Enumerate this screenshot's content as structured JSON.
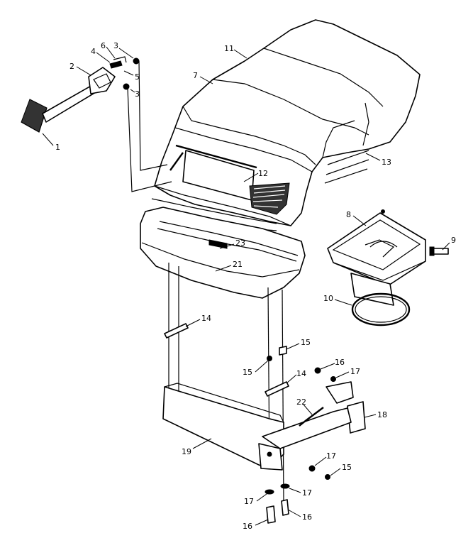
{
  "callouts": [
    {
      "id": "c1",
      "label": "1"
    },
    {
      "id": "c2",
      "label": "2"
    },
    {
      "id": "c3a",
      "label": "3"
    },
    {
      "id": "c3b",
      "label": "3"
    },
    {
      "id": "c4",
      "label": "4"
    },
    {
      "id": "c5",
      "label": "5"
    },
    {
      "id": "c6",
      "label": "6"
    },
    {
      "id": "c7",
      "label": "7"
    },
    {
      "id": "c8",
      "label": "8"
    },
    {
      "id": "c9",
      "label": "9"
    },
    {
      "id": "c10",
      "label": "10"
    },
    {
      "id": "c11",
      "label": "11"
    },
    {
      "id": "c12",
      "label": "12"
    },
    {
      "id": "c13",
      "label": "13"
    },
    {
      "id": "c14a",
      "label": "14"
    },
    {
      "id": "c14b",
      "label": "14"
    },
    {
      "id": "c15a",
      "label": "15"
    },
    {
      "id": "c15b",
      "label": "15"
    },
    {
      "id": "c15c",
      "label": "15"
    },
    {
      "id": "c16a",
      "label": "16"
    },
    {
      "id": "c16b",
      "label": "16"
    },
    {
      "id": "c16c",
      "label": "16"
    },
    {
      "id": "c17a",
      "label": "17"
    },
    {
      "id": "c17b",
      "label": "17"
    },
    {
      "id": "c17c",
      "label": "17"
    },
    {
      "id": "c17d",
      "label": "17"
    },
    {
      "id": "c18",
      "label": "18"
    },
    {
      "id": "c19",
      "label": "19"
    },
    {
      "id": "c21",
      "label": "21"
    },
    {
      "id": "c22",
      "label": "22"
    },
    {
      "id": "c23",
      "label": "23"
    }
  ]
}
